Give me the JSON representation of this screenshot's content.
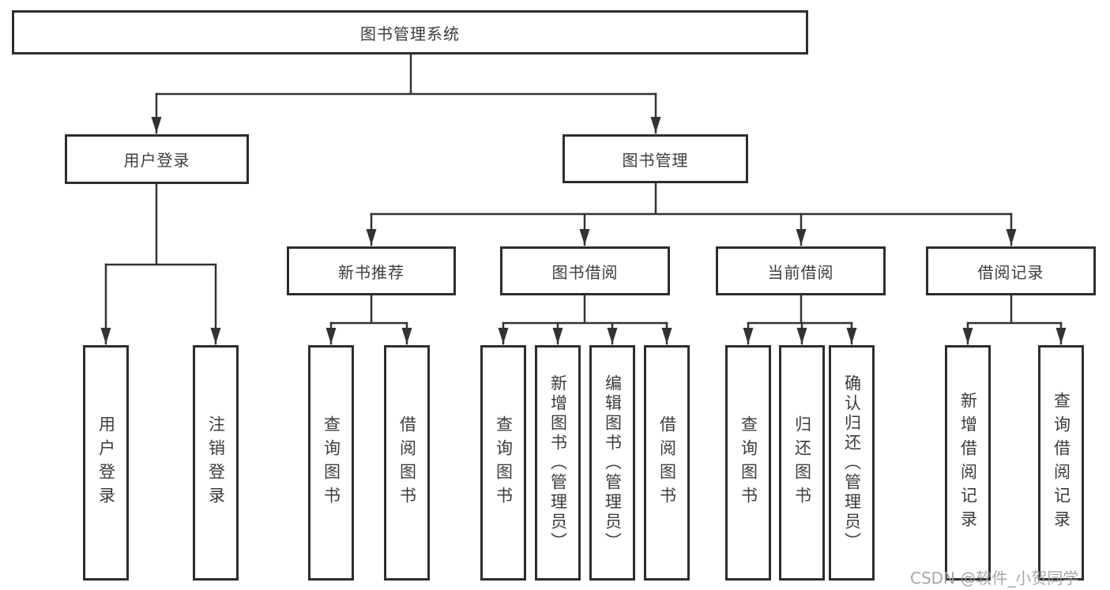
{
  "tree": {
    "label": "图书管理系统",
    "children": [
      {
        "label": "用户登录",
        "children": [
          {
            "label": "用户登录"
          },
          {
            "label": "注销登录"
          }
        ]
      },
      {
        "label": "图书管理",
        "children": [
          {
            "label": "新书推荐",
            "children": [
              {
                "label": "查询图书"
              },
              {
                "label": "借阅图书"
              }
            ]
          },
          {
            "label": "图书借阅",
            "children": [
              {
                "label": "查询图书"
              },
              {
                "label": "新增图书（管理员）"
              },
              {
                "label": "编辑图书（管理员）"
              },
              {
                "label": "借阅图书"
              }
            ]
          },
          {
            "label": "当前借阅",
            "children": [
              {
                "label": "查询图书"
              },
              {
                "label": "归还图书"
              },
              {
                "label": "确认归还（管理员）"
              }
            ]
          },
          {
            "label": "借阅记录",
            "children": [
              {
                "label": "新增借阅记录"
              },
              {
                "label": "查询借阅记录"
              }
            ]
          }
        ]
      }
    ]
  },
  "watermark": {
    "text": "CSDN @软件_小贺同学"
  },
  "colors": {
    "line": "#333333",
    "box_border": "#2d2d2d",
    "text": "#3c3c3c",
    "watermark": "#9e9e9e",
    "background": "#ffffff"
  }
}
